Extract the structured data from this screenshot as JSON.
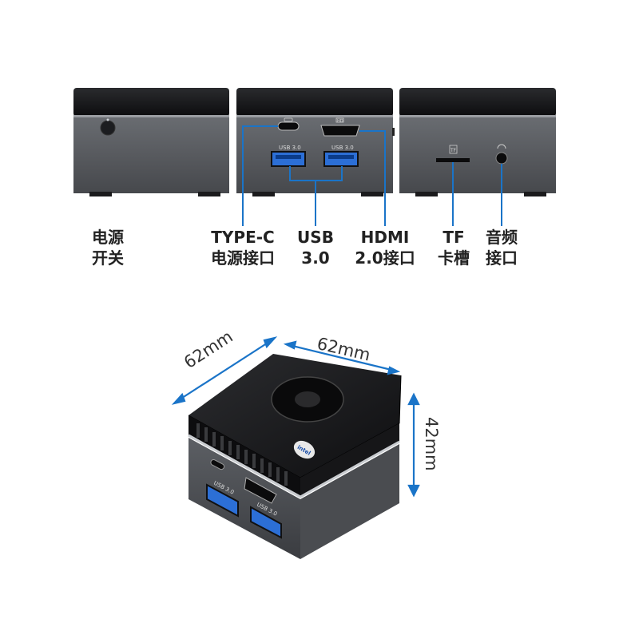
{
  "labels": {
    "power": {
      "line1": "电源",
      "line2": "开关"
    },
    "typec": {
      "line1": "TYPE-C",
      "line2": "电源接口"
    },
    "usb": {
      "line1": "USB",
      "line2": "3.0"
    },
    "hdmi": {
      "line1": "HDMI",
      "line2": "2.0接口"
    },
    "tf": {
      "line1": "TF",
      "line2": "卡槽"
    },
    "audio": {
      "line1": "音频",
      "line2": "接口"
    }
  },
  "port_text": {
    "usb_left": "USB 3.0",
    "usb_right": "USB 3.0",
    "tf_mark": "TF",
    "hd_mark": "HD",
    "cube_usb_top": "USB 3.0",
    "cube_usb_bottom": "USB 3.0",
    "intel": "intel"
  },
  "dimensions": {
    "depth": "62mm",
    "width": "62mm",
    "height": "42mm"
  },
  "colors": {
    "accent_line": "#1a74c8",
    "usb_blue": "#2c6fd6",
    "body": "#55585d",
    "top": "#111214"
  }
}
